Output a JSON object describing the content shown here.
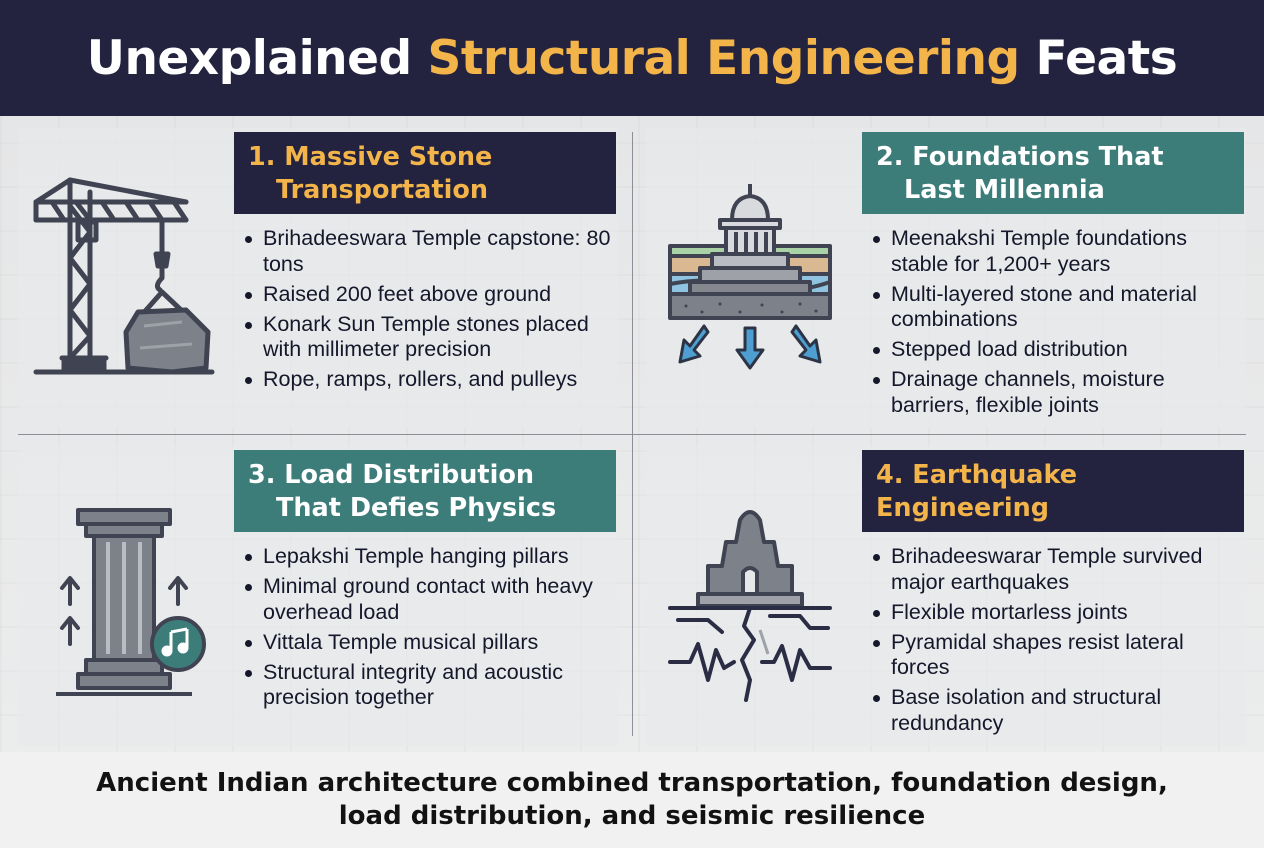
{
  "header": {
    "title_pre": "Unexplained",
    "title_accent": "Structural Engineering",
    "title_post": "Feats"
  },
  "colors": {
    "navy": "#24233f",
    "teal": "#3c7d7a",
    "gold": "#f3b44a"
  },
  "panels": [
    {
      "icon": "crane-lifting-stone-icon",
      "title_line1": "1. Massive Stone",
      "title_line2": "Transportation",
      "bullets": [
        "Brihadeeswara Temple capstone: 80 tons",
        "Raised 200 feet above ground",
        "Konark Sun Temple stones placed with millimeter precision",
        "Rope, ramps, rollers, and pulleys"
      ]
    },
    {
      "icon": "temple-foundation-layers-icon",
      "title_line1": "2. Foundations That",
      "title_line2": "Last Millennia",
      "bullets": [
        "Meenakshi Temple foundations stable for 1,200+ years",
        "Multi-layered stone and material combinations",
        "Stepped load distribution",
        "Drainage channels, moisture barriers, flexible joints"
      ]
    },
    {
      "icon": "musical-pillar-icon",
      "title_line1": "3. Load Distribution",
      "title_line2": "That Defies Physics",
      "bullets": [
        "Lepakshi Temple hanging pillars",
        "Minimal ground contact with heavy overhead load",
        "Vittala Temple musical pillars",
        "Structural integrity and acoustic precision together"
      ]
    },
    {
      "icon": "earthquake-temple-icon",
      "title_line1": "4. Earthquake",
      "title_line2": "Engineering",
      "bullets": [
        "Brihadeeswarar Temple survived major earthquakes",
        "Flexible mortarless joints",
        "Pyramidal shapes resist lateral forces",
        "Base isolation and structural redundancy"
      ]
    }
  ],
  "footer": {
    "text": "Ancient Indian architecture combined transportation, foundation design, load distribution, and seismic resilience"
  }
}
